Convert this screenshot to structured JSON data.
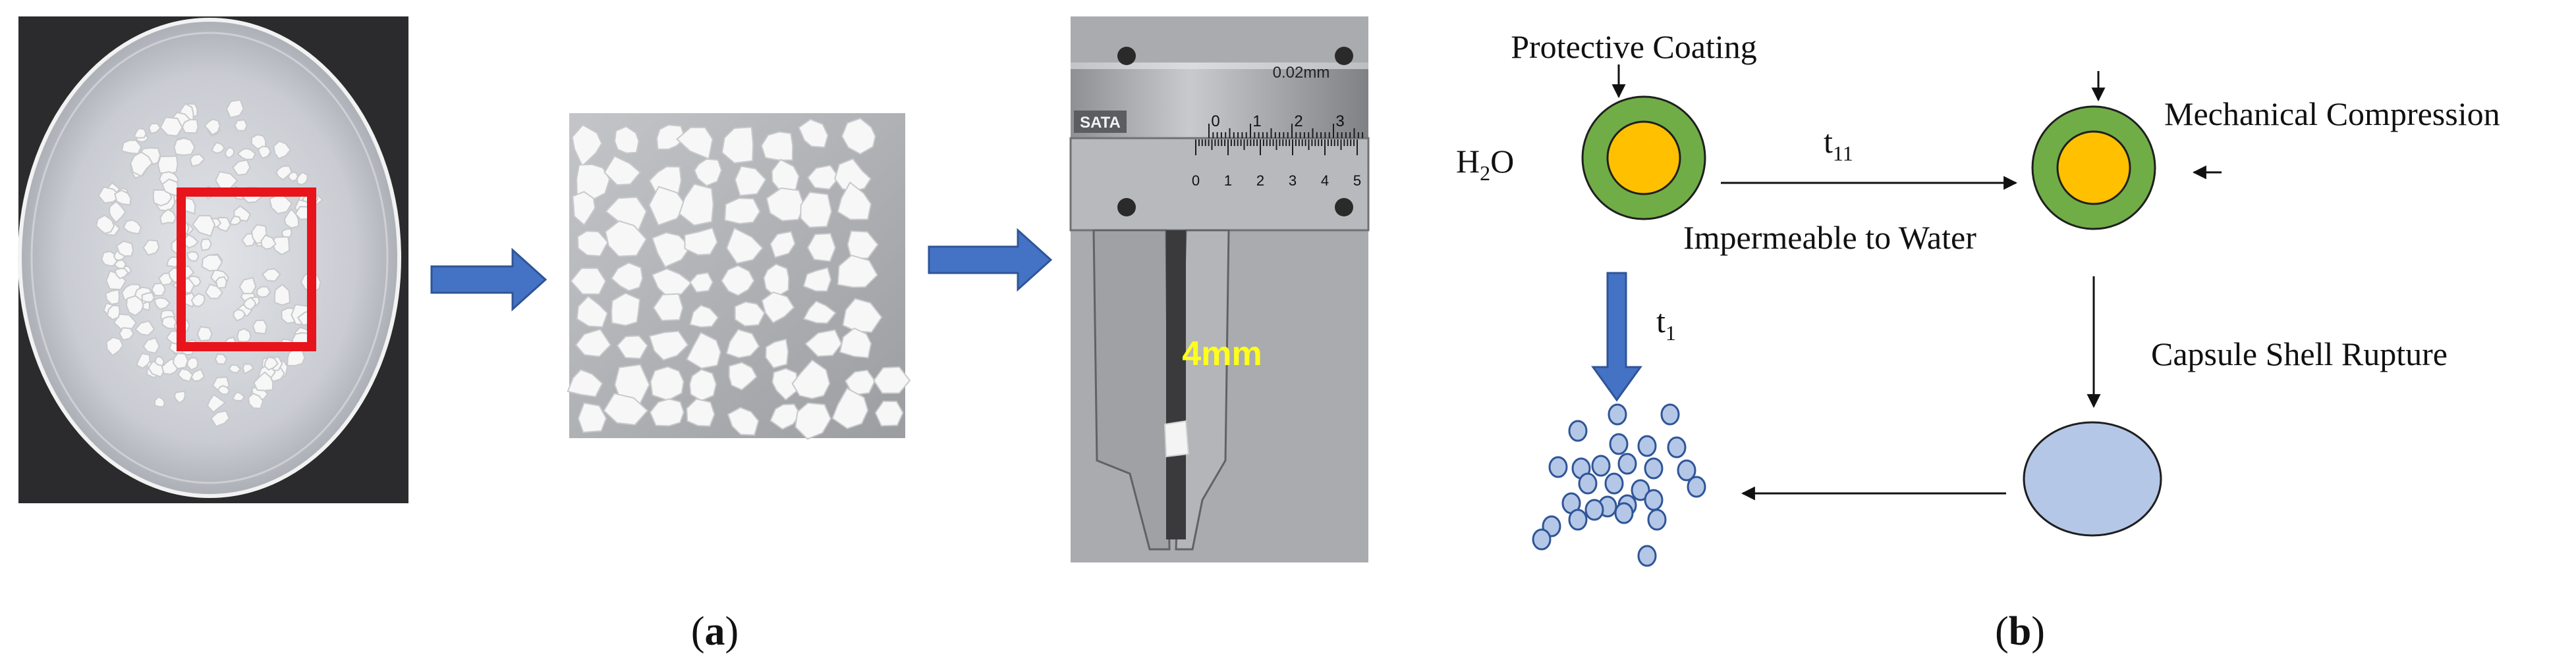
{
  "panel_a": {
    "label_open": "(",
    "label_letter": "a",
    "label_close": ")",
    "caliper_brand": "SATA",
    "caliper_resolution": "0.02mm",
    "caliper_scale_top": [
      "0",
      "1",
      "2",
      "3"
    ],
    "caliper_scale_bottom": [
      "0",
      "1",
      "2",
      "3",
      "4",
      "5"
    ],
    "measurement": "4mm",
    "colors": {
      "arrow": "#4472c4",
      "highlight_box": "#e8141c",
      "measurement_text": "#ffff1a"
    }
  },
  "panel_b": {
    "label_open": "(",
    "label_letter": "b",
    "label_close": ")",
    "protective_coating": "Protective Coating",
    "water_main": "H",
    "water_sub": "2",
    "water_tail": "O",
    "t11_main": "t",
    "t11_sub": "11",
    "impermeable": "Impermeable to Water",
    "mechanical_compression": "Mechanical Compression",
    "capsule_shell_rupture": "Capsule Shell Rupture",
    "t1_main": "t",
    "t1_sub": "1",
    "colors": {
      "shell": "#70ad47",
      "core": "#ffc000",
      "released": "#b4c7e7",
      "released_stroke": "#2f5597",
      "arrow_blue": "#4472c4"
    }
  }
}
